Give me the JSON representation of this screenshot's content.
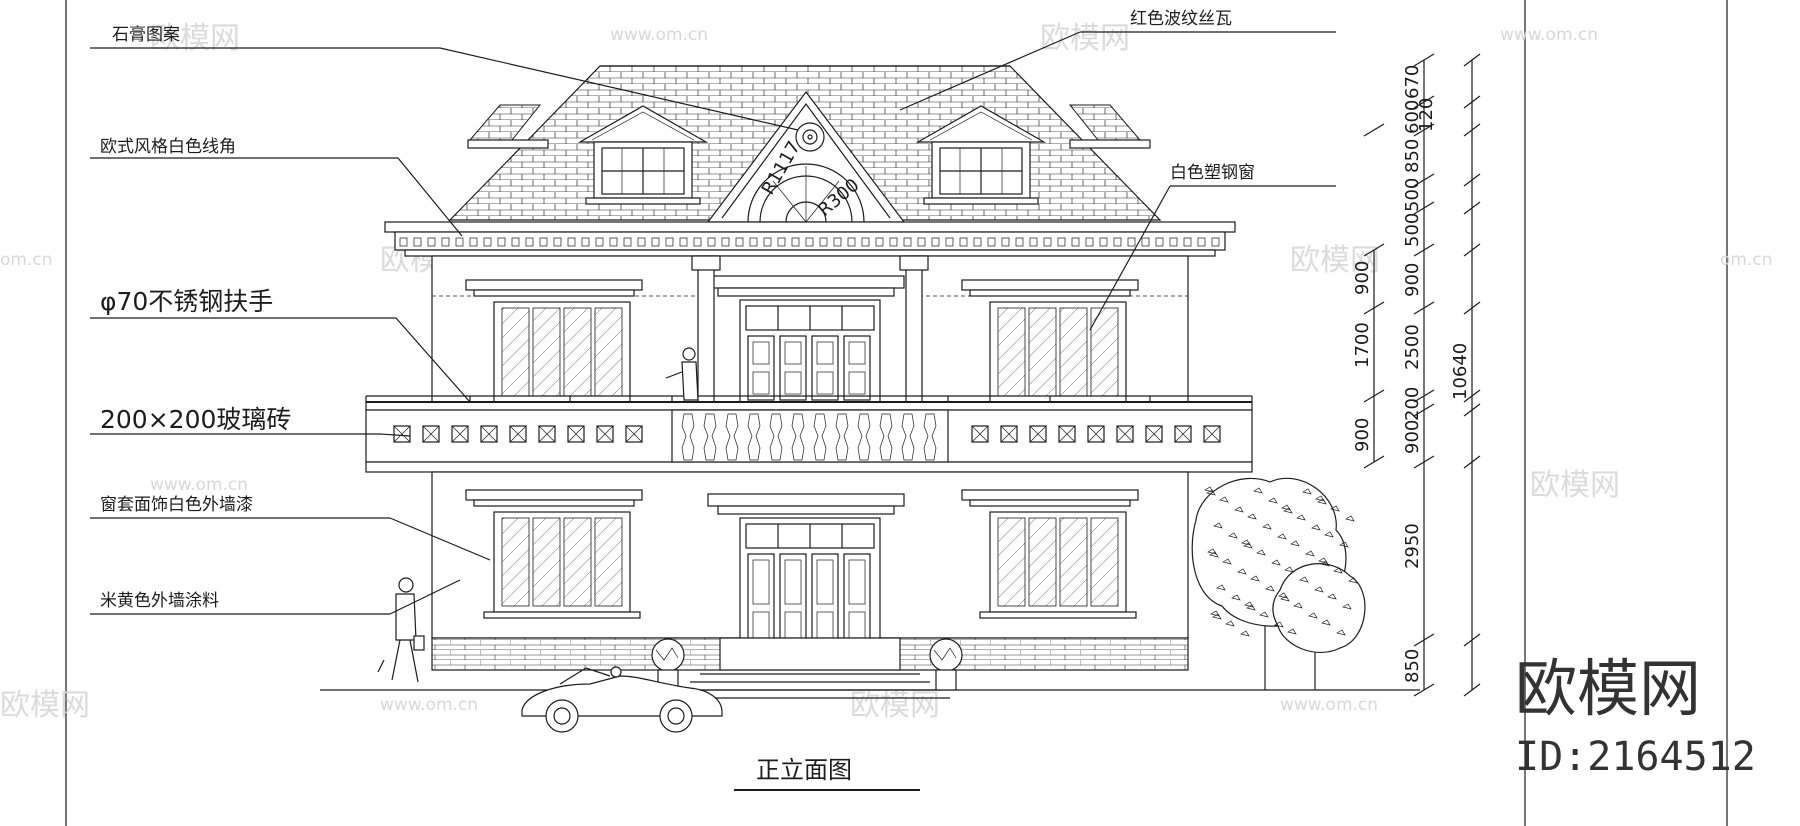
{
  "drawing_title": "正立面图",
  "annotations": [
    "石膏图案",
    "欧式风格白色线角",
    "φ70不锈钢扶手",
    "200×200玻璃砖",
    "窗套面饰白色外墙漆",
    "米黄色外墙涂料",
    "红色波纹丝瓦",
    "白色塑钢窗"
  ],
  "dimensions": {
    "outer": [
      "670",
      "600",
      "850",
      "500",
      "500",
      "900",
      "2500",
      "200",
      "900",
      "2950",
      "850"
    ],
    "inner": [
      "120",
      "900",
      "1700",
      "900"
    ],
    "total": "10640"
  },
  "arch_radius_labels": [
    "R1117",
    "R300"
  ],
  "watermark": {
    "brand": "欧模网",
    "url": "www.om.cn",
    "url_fragment": "om.cn"
  },
  "brand_mark": {
    "name": "欧模网",
    "id": "ID:2164512"
  }
}
